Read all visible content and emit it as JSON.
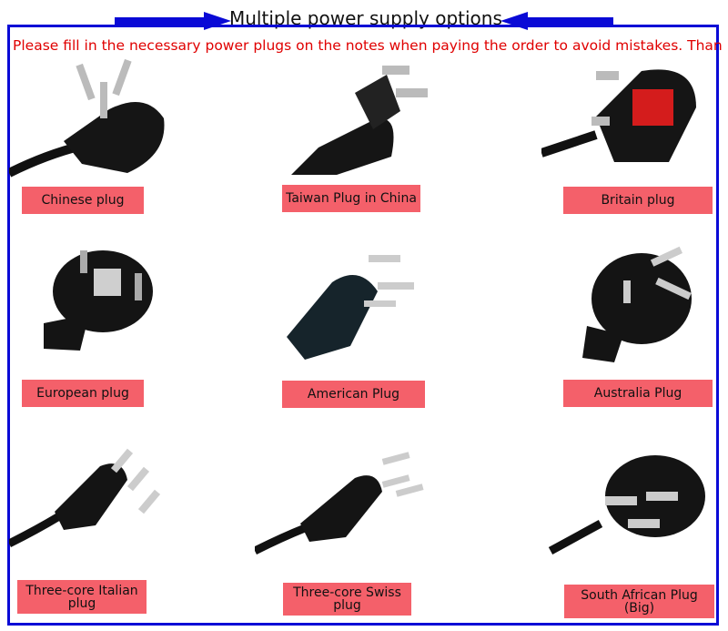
{
  "header": {
    "title": "Multiple power supply options",
    "notice": "Please fill in the necessary power plugs on the notes when paying the order to avoid mistakes. Thank",
    "arrow_color": "#0a0ad6"
  },
  "plugs": [
    {
      "label": "Chinese plug",
      "icon": "chinese-plug-icon"
    },
    {
      "label": "Taiwan Plug in China",
      "icon": "taiwan-plug-icon"
    },
    {
      "label": "Britain plug",
      "icon": "britain-plug-icon"
    },
    {
      "label": "European plug",
      "icon": "european-plug-icon"
    },
    {
      "label": "American Plug",
      "icon": "american-plug-icon"
    },
    {
      "label": "Australia Plug",
      "icon": "australia-plug-icon"
    },
    {
      "label": "Three-core Italian plug",
      "icon": "italian-plug-icon"
    },
    {
      "label": "Three-core Swiss plug",
      "icon": "swiss-plug-icon"
    },
    {
      "label": "South African Plug (Big)",
      "icon": "south-african-plug-icon"
    }
  ],
  "colors": {
    "label_bg": "#f4606a",
    "notice_text": "#e00000",
    "frame": "#0a0ad6"
  }
}
